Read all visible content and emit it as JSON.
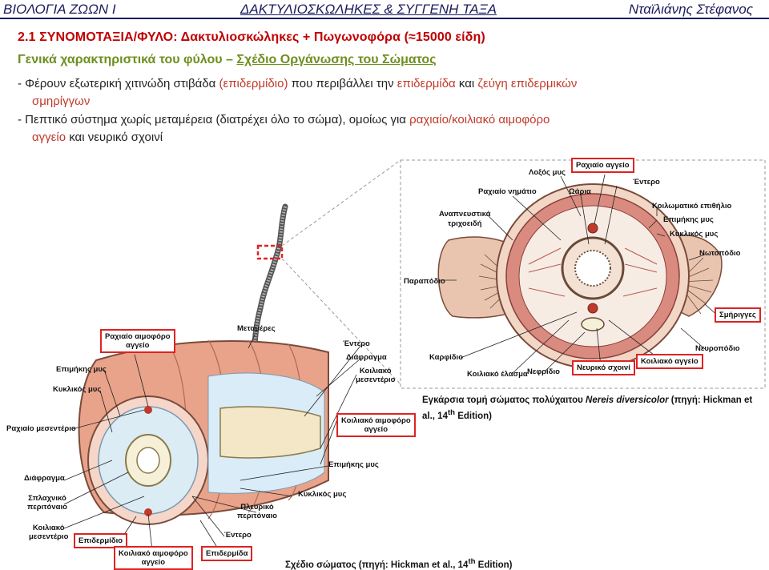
{
  "header": {
    "left": "ΒΙΟΛΟΓΙΑ ΖΩΩΝ Ι",
    "center": "ΔΑΚΤΥΛΙΟΣΚΩΛΗΚΕΣ & ΣΥΓΓΕΝΗ ΤΑΞΑ",
    "right": "Νταϊλιάνης Στέφανος"
  },
  "title": "2.1 ΣΥΝΟΜΟΤΑΞΙΑ/ΦΥΛΟ: Δακτυλιοσκώληκες + Πωγωνοφόρα (≈15000 είδη)",
  "subtitle": {
    "part1": "Γενικά χαρακτηριστικά του φύλου – ",
    "part2": "Σχέδιο Οργάνωσης του Σώματος"
  },
  "bullets": {
    "b1": {
      "dash": "- ",
      "t1": "Φέρουν εξωτερική χιτινώδη στιβάδα ",
      "h1": "(επιδερμίδιο)",
      "t2": " που περιβάλλει την ",
      "h2": "επιδερμίδα",
      "t3": " και ",
      "h3": "ζεύγη επιδερμικών",
      "h4": "σμηρίγγων"
    },
    "b2": {
      "dash": "- ",
      "t1": "Πεπτικό σύστημα χωρίς μεταμέρεια (διατρέχει όλο το σώμα), ομοίως για ",
      "h1": "ραχιαίο/κοιλιακό αιμοφόρο",
      "h2": "αγγείο",
      "t2": " και νευρικό σχοινί"
    }
  },
  "cross_section": {
    "labels": {
      "lateral_muscle": "Λοξός μυς",
      "dorsal_vessel": "Ραχιαίο αγγείο",
      "dorsal_cirrus": "Ραχιαίο νημάτιο",
      "acicula": "Ωάρια",
      "intestine": "Έντερο",
      "coelom_epi": "Κοιλωματικό επιθήλιο",
      "long_muscle": "Επιμήκης μυς",
      "circ_muscle": "Κυκλικός μυς",
      "gills_l1": "Αναπνευστικά",
      "gills_l2": "τριχοειδή",
      "notopodium": "Νωτοπόδιο",
      "parapodium": "Παραπόδιο",
      "setae": "Σμήριγγες",
      "neuropodium": "Νευροπόδιο",
      "ventral_vessel": "Κοιλιακό αγγείο",
      "heart": "Καρφίδιο",
      "nephridium": "Νεφρίδιο",
      "nerve_cord": "Νευρικό σχοινί",
      "ventral_lamina": "Κοιλιακό έλασμα"
    },
    "caption_1": "Εγκάρσια τομή σώματος πολύχαιτου ",
    "caption_species": "Nereis diversicolor",
    "caption_2": " (πηγή: Hickman et al., 14",
    "caption_sup": "th",
    "caption_3": " Edition)"
  },
  "body_plan": {
    "labels": {
      "metameres": "Μεταμέρες",
      "dorsal_blood_1": "Ραχιαίο αιμοφόρο",
      "dorsal_blood_2": "αγγείο",
      "long_muscle": "Επιμήκης μυς",
      "circ_muscle": "Κυκλικός μυς",
      "dorsal_mesentery": "Ραχιαίο μεσεντέριο",
      "intestine_top": "Έντερο",
      "diaphragm_top": "Διάφραγμα",
      "ventral_mes_1": "Κοιλιακό",
      "ventral_mes_2": "μεσεντέριο",
      "ventral_blood_1": "Κοιλιακό αιμοφόρο",
      "ventral_blood_2": "αγγείο",
      "long_muscle_2": "Επιμήκης μυς",
      "diaphragm": "Διάφραγμα",
      "splanch_1": "Σπλαχνικό",
      "splanch_2": "περιτόναιο",
      "circ_muscle_2": "Κυκλικός μυς",
      "ventral_mes2_1": "Κοιλιακό",
      "ventral_mes2_2": "μεσεντέριο",
      "pleural_1": "Πλευρικό",
      "pleural_2": "περιτόναιο",
      "cuticle": "Επιδερμίδιο",
      "intestine_bottom": "Έντερο",
      "ventral_bottom_1": "Κοιλιακό αιμοφόρο",
      "ventral_bottom_2": "αγγείο",
      "epidermis": "Επιδερμίδα"
    },
    "caption_1": "Σχέδιο σώματος (πηγή: Hickman et al., 14",
    "caption_sup": "th",
    "caption_2": " Edition)"
  },
  "colors": {
    "header": "#1b1b5e",
    "title": "#c00000",
    "subtitle": "#6e8f1e",
    "highlight": "#c0392b",
    "box_border": "#e02222"
  }
}
